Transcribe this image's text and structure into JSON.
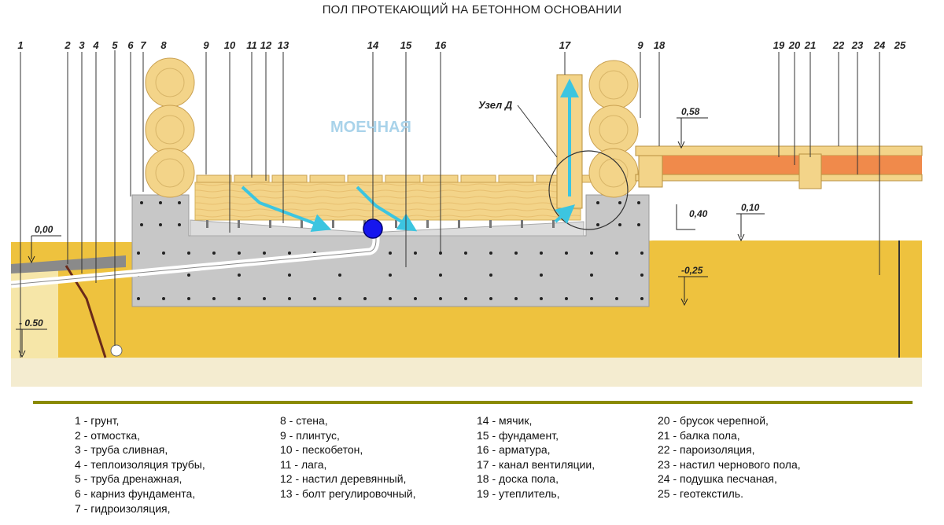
{
  "title": "ПОЛ ПРОТЕКАЮЩИЙ НА БЕТОННОМ ОСНОВАНИИ",
  "room_label": "МОЕЧНАЯ",
  "node_label": "Узел Д",
  "numbers": [
    "1",
    "2",
    "3",
    "4",
    "5",
    "6",
    "7",
    "8",
    "9",
    "10",
    "11",
    "12",
    "13",
    "14",
    "15",
    "16",
    "17",
    "9",
    "18",
    "19",
    "20",
    "21",
    "22",
    "23",
    "24",
    "25"
  ],
  "levels": {
    "l000": "0,00",
    "l050": "- 0.50",
    "l058": "0,58",
    "l040": "0,40",
    "l010": "0,10",
    "l025": "-0,25"
  },
  "colors": {
    "ground": "#eec23e",
    "concrete": "#c7c7c7",
    "wood": "#f3d489",
    "insulation": "#f08a4b",
    "arrow": "#3cc5e0",
    "ball": "#1616ee",
    "divider": "#8a8a00"
  },
  "legend": [
    [
      "1 - грунт,",
      "2 - отмостка,",
      "3 - труба сливная,",
      "4 - теплоизоляция трубы,",
      "5 - труба дренажная,",
      "6 - карниз фундамента,",
      "7 - гидроизоляция,"
    ],
    [
      "8 - стена,",
      "9 - плинтус,",
      "10 - пескобетон,",
      "11 - лага,",
      "12 - настил деревянный,",
      "13 - болт  регулировочный,"
    ],
    [
      "14 - мячик,",
      "15 - фундамент,",
      "16 - арматура,",
      "17 - канал вентиляции,",
      "18 - доска пола,",
      "19 - утеплитель,"
    ],
    [
      "20 - брусок черепной,",
      "21 - балка пола,",
      "22 - пароизоляция,",
      "23 - настил чернового пола,",
      "24 - подушка песчаная,",
      "25 - геотекстиль."
    ]
  ]
}
